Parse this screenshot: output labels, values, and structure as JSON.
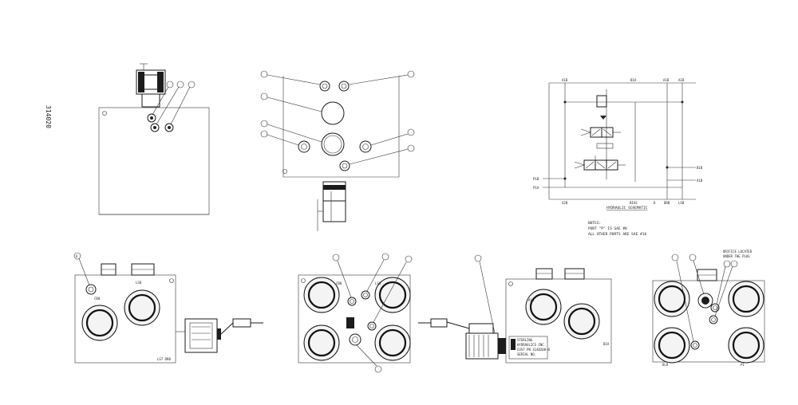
{
  "drawing_number": "314020",
  "schematic": {
    "title": "HYDRAULIC SCHEMATIC",
    "port_labels_top": [
      "A1B",
      "B1A",
      "A1B",
      "A1B"
    ],
    "port_labels_left": [
      "P1B",
      "P1A"
    ],
    "port_labels_right": [
      "B1B",
      "A1B"
    ],
    "port_labels_bottom": [
      "A2B",
      "BIAS",
      "D",
      "DRB",
      "LSB"
    ]
  },
  "notes": {
    "heading": "NOTES:",
    "line1": "PORT \"P\" IS SAE #8",
    "line2": "ALL OTHER PORTS ARE SAE #16"
  },
  "views": {
    "front_left": {
      "balloon": "6",
      "port_a": "CB8",
      "port_b": "LS8",
      "corner_label": "LS7 DRB"
    },
    "front_mid": {
      "port_tl": "CB8",
      "port_tr": "LS8"
    },
    "side_right": {
      "nameplate_line1": "STERLING",
      "nameplate_line2": "HYDRAULICS INC.",
      "nameplate_line3": "CUST PN 3140200-0",
      "nameplate_line4": "SERIAL NO.",
      "port_a": "A1A",
      "port_b": "B1A"
    },
    "rear_right": {
      "orifice_note_line1": "ORIFICE LOCATED",
      "orifice_note_line2": "UNDER THE PLUG",
      "port_bl": "DLR",
      "port_br": "P1"
    }
  }
}
